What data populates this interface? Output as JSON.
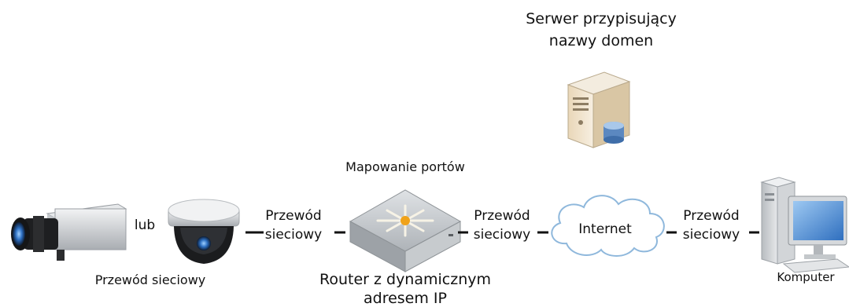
{
  "labels": {
    "server_line1": "Serwer przypisujący",
    "server_line2": "nazwy domen",
    "port_mapping": "Mapowanie portów",
    "or": "lub",
    "cable_left_1": "Przewód",
    "cable_left_2": "sieciowy",
    "cable_mid_1": "Przewód",
    "cable_mid_2": "sieciowy",
    "cable_right_1": "Przewód",
    "cable_right_2": "sieciowy",
    "internet": "Internet",
    "camera_caption": "Przewód sieciowy",
    "router_line1": "Router z dynamicznym",
    "router_line2": "adresem IP",
    "computer": "Komputer"
  },
  "icons": {
    "box_camera": "box-camera-icon",
    "dome_camera": "dome-camera-icon",
    "router": "router-icon",
    "cloud": "cloud-icon",
    "server": "server-icon",
    "computer": "computer-icon"
  },
  "colors": {
    "device_gray": "#c9cccf",
    "accent_blue": "#3a78c8",
    "router_star": "#f0a21a",
    "cloud_stroke": "#8fb8dc"
  }
}
